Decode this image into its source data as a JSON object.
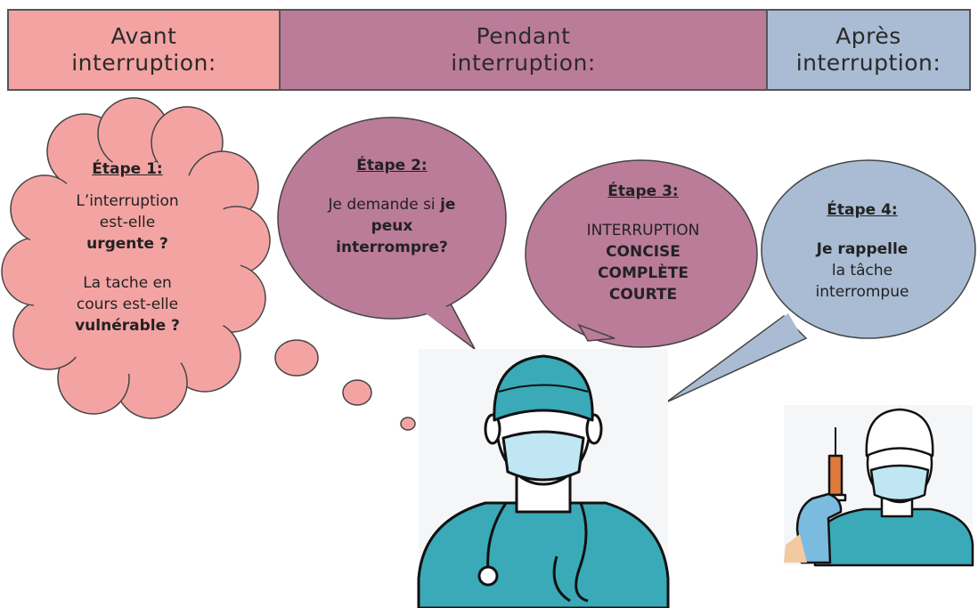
{
  "phases": {
    "before": {
      "line1": "Avant",
      "line2": "interruption:",
      "color": "#f4a3a3"
    },
    "during": {
      "line1": "Pendant",
      "line2": "interruption:",
      "color": "#bb7c9a"
    },
    "after": {
      "line1": "Après",
      "line2": "interruption:",
      "color": "#a9bcd4"
    }
  },
  "steps": {
    "step1": {
      "title": "Étape 1:",
      "q1_pre": "L’interruption",
      "q1_mid": "est-elle",
      "q1_bold": "urgente ?",
      "q2_pre": "La tache en",
      "q2_mid": "cours est-elle",
      "q2_bold": "vulnérable ?",
      "color": "#f4a3a3"
    },
    "step2": {
      "title": "Étape 2:",
      "line1_pre": "Je demande si",
      "line1_bold": "je",
      "line2_bold": "peux",
      "line3_bold": "interrompre?",
      "color": "#bb7c9a"
    },
    "step3": {
      "title": "Étape 3:",
      "line1": "INTERRUPTION",
      "line2": "CONCISE",
      "line3": "COMPLÈTE",
      "line4": "COURTE",
      "color": "#bb7c9a"
    },
    "step4": {
      "title": "Étape 4:",
      "line1_bold": "Je rappelle",
      "line2": "la tâche",
      "line3": "interrompue",
      "color": "#a9bcd4"
    }
  },
  "figures": {
    "main_person": "nurse-with-mask-and-stethoscope",
    "small_person": "nurse-holding-syringe",
    "scrub_color": "#3aaab8",
    "mask_color": "#bfe6f2"
  }
}
